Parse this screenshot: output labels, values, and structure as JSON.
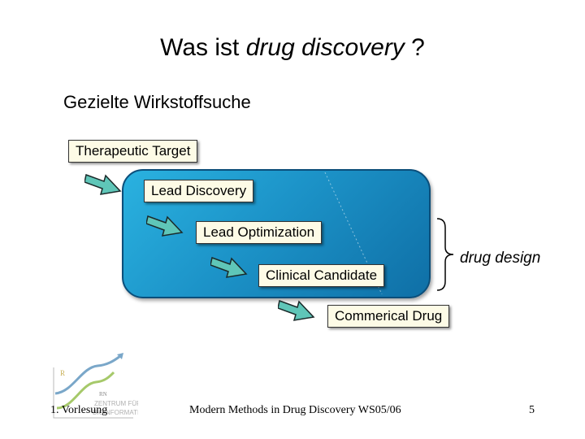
{
  "slide": {
    "title_prefix": "Was ist ",
    "title_italic": "drug discovery",
    "title_suffix": " ?",
    "subtitle": "Gezielte Wirkstoffsuche"
  },
  "pipeline": {
    "steps": [
      "Therapeutic Target",
      "Lead Discovery",
      "Lead Optimization",
      "Clinical Candidate",
      "Commerical Drug"
    ],
    "brace_label": "drug design"
  },
  "logo": {
    "text_line1": "ZENTRUM FÜR",
    "text_line2": "BIOINFORMATIK"
  },
  "footer": {
    "left": "1. Vorlesung",
    "center": "Modern Methods in Drug Discovery WS05/06",
    "page": "5"
  },
  "colors": {
    "panel": "#1c93c8",
    "box_fill": "#fdfbe6",
    "arrow_fill": "#5fc6b8"
  }
}
